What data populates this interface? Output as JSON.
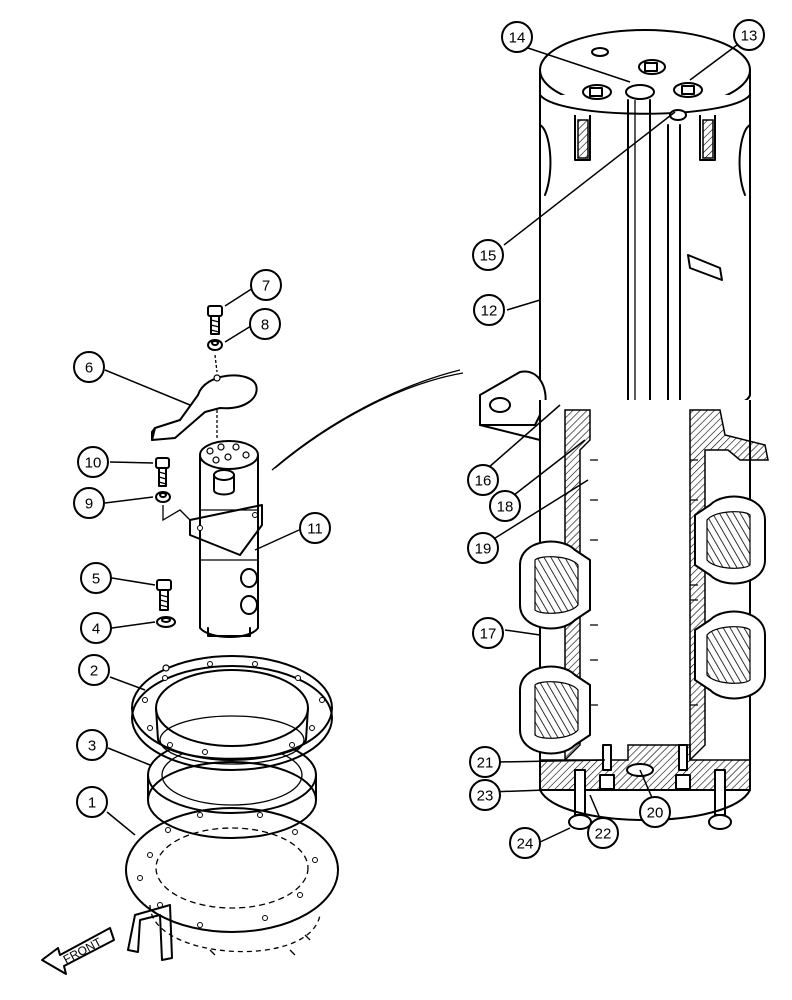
{
  "callouts": [
    {
      "label": "1"
    },
    {
      "label": "2"
    },
    {
      "label": "3"
    },
    {
      "label": "4"
    },
    {
      "label": "5"
    },
    {
      "label": "6"
    },
    {
      "label": "7"
    },
    {
      "label": "8"
    },
    {
      "label": "9"
    },
    {
      "label": "10"
    },
    {
      "label": "11"
    },
    {
      "label": "12"
    },
    {
      "label": "13"
    },
    {
      "label": "14"
    },
    {
      "label": "15"
    },
    {
      "label": "16"
    },
    {
      "label": "17"
    },
    {
      "label": "18"
    },
    {
      "label": "19"
    },
    {
      "label": "20"
    },
    {
      "label": "21"
    },
    {
      "label": "22"
    },
    {
      "label": "23"
    },
    {
      "label": "24"
    }
  ],
  "front_arrow": {
    "label": "FRONT"
  }
}
